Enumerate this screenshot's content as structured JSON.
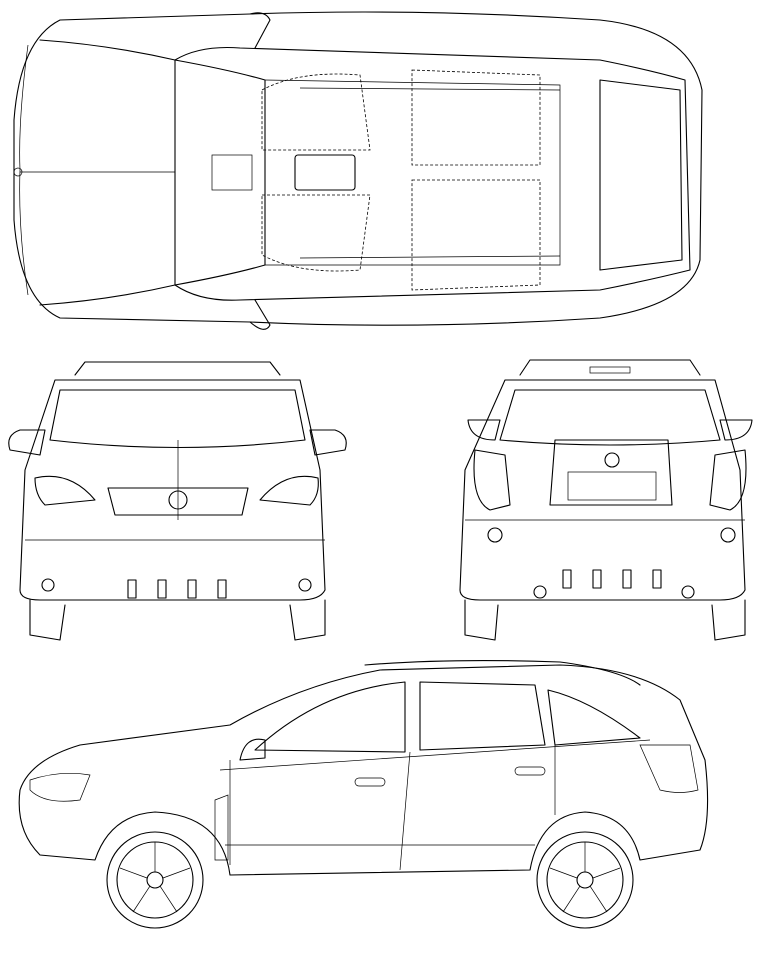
{
  "drawing": {
    "views": [
      "top",
      "front",
      "rear",
      "side"
    ],
    "colors": {
      "line": "#000000",
      "background": "#ffffff"
    }
  }
}
